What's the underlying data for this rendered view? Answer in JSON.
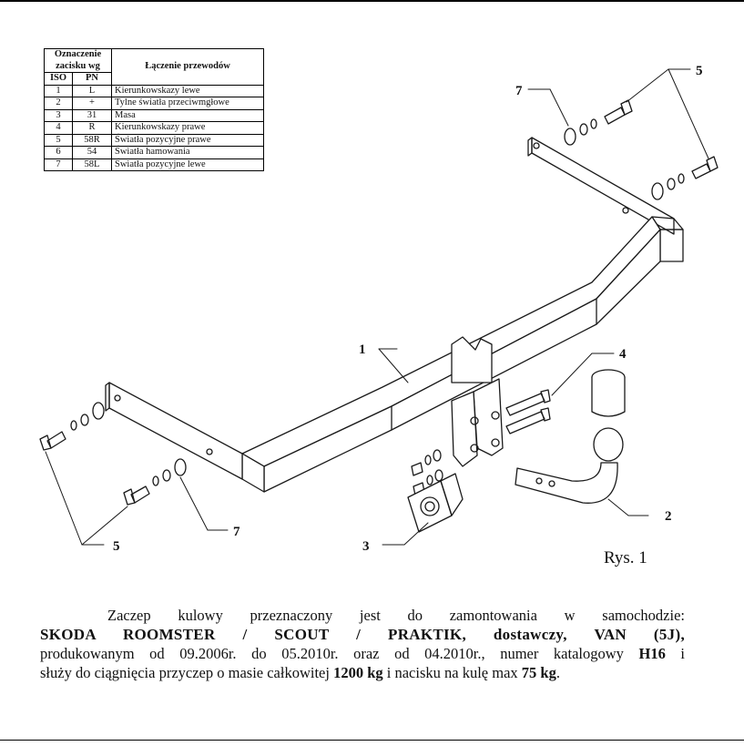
{
  "table": {
    "header_col1_line1": "Oznaczenie",
    "header_col1_line2": "zacisku wg",
    "header_col2": "Łączenie przewodów",
    "sub_iso": "ISO",
    "sub_pn": "PN",
    "rows": [
      {
        "iso": "1",
        "pn": "L",
        "desc": "Kierunkowskazy lewe"
      },
      {
        "iso": "2",
        "pn": "+",
        "desc": "Tylne światła przeciwmgłowe"
      },
      {
        "iso": "3",
        "pn": "31",
        "desc": "Masa"
      },
      {
        "iso": "4",
        "pn": "R",
        "desc": "Kierunkowskazy prawe"
      },
      {
        "iso": "5",
        "pn": "58R",
        "desc": "Światła pozycyjne prawe"
      },
      {
        "iso": "6",
        "pn": "54",
        "desc": "Światła hamowania"
      },
      {
        "iso": "7",
        "pn": "58L",
        "desc": "Światła pozycyjne lewe"
      }
    ]
  },
  "callouts": {
    "c1": "1",
    "c2": "2",
    "c3": "3",
    "c4": "4",
    "c5_top": "5",
    "c5_bottom": "5",
    "c7_top": "7",
    "c7_bottom": "7"
  },
  "figure_label": "Rys. 1",
  "description": {
    "l1": "Zaczep kulowy przeznaczony jest do zamontowania w samochodzie:",
    "l2": "SKODA ROOMSTER / SCOUT / PRAKTIK, dostawczy, VAN (5J),",
    "l3_a": "produkowanym od 09.2006r. do 05.2010r. oraz od 04.2010r., numer katalogowy ",
    "l3_b": "H16",
    "l3_c": " i",
    "l4_a": "służy do ciągnięcia przyczep o masie całkowitej ",
    "l4_b": "1200 kg",
    "l4_c": " i nacisku na kulę max ",
    "l4_d": "75 kg",
    "l4_e": "."
  }
}
